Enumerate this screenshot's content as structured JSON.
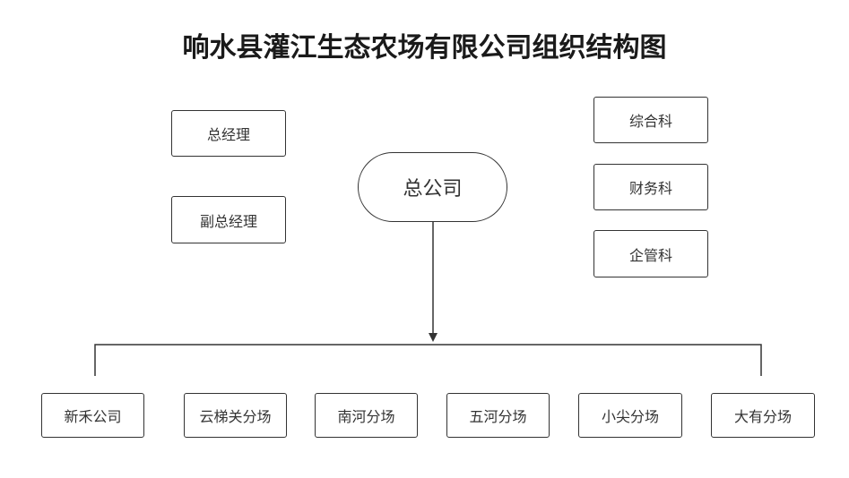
{
  "title": "响水县灌江生态农场有限公司组织结构图",
  "headquarters": "总公司",
  "leadership": [
    "总经理",
    "副总经理"
  ],
  "departments": [
    "综合科",
    "财务科",
    "企管科"
  ],
  "branches": [
    "新禾公司",
    "云梯关分场",
    "南河分场",
    "五河分场",
    "小尖分场",
    "大有分场"
  ],
  "colors": {
    "line": "#333333",
    "text": "#333333"
  }
}
